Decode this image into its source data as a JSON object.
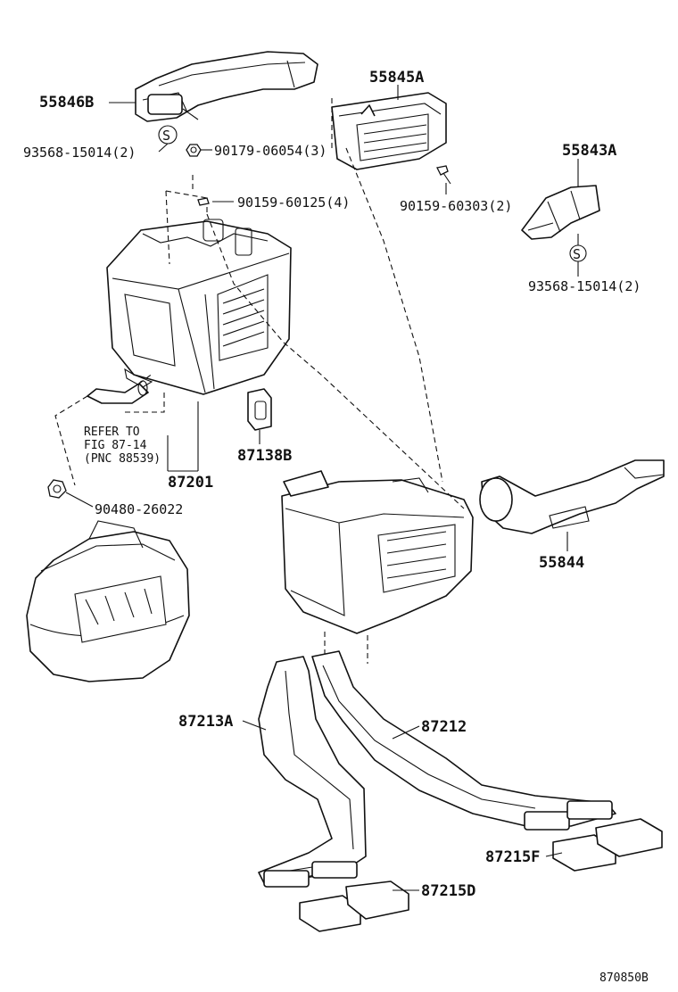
{
  "labels": {
    "p55846B": "55846B",
    "p93568_15014_a": "93568-15014(2)",
    "p90179_06054": "90179-06054(3)",
    "p90159_60125": "90159-60125(4)",
    "p55845A": "55845A",
    "p90159_60303": "90159-60303(2)",
    "p55843A": "55843A",
    "p93568_15014_b": "93568-15014(2)",
    "refer_line1": "REFER TO",
    "refer_line2": "FIG 87-14",
    "refer_line3": "(PNC 88539)",
    "p87138B": "87138B",
    "p87201": "87201",
    "p90480_26022": "90480-26022",
    "p55844": "55844",
    "p87213A": "87213A",
    "p87212": "87212",
    "p87215F": "87215F",
    "p87215D": "87215D",
    "symbol_s_a": "S",
    "symbol_s_b": "S"
  },
  "figure_code": "870850B"
}
